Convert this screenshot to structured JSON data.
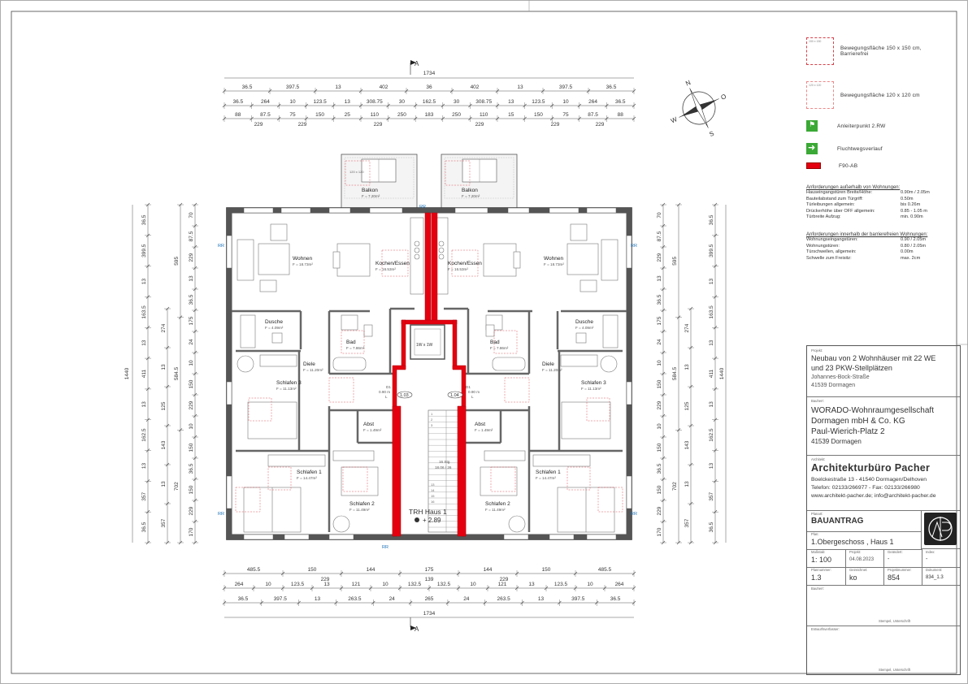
{
  "orientation_labels": {
    "cut_top": "A",
    "cut_bottom": "A",
    "compass_n": "N",
    "compass_s": "S",
    "compass_o": "O",
    "compass_w": "W"
  },
  "dimensions": {
    "top_overall": "1734",
    "top_row1": [
      "36.5",
      "397.5",
      "13",
      "402",
      "36",
      "402",
      "13",
      "397.5",
      "36.5"
    ],
    "top_row2": [
      "36.5",
      "264",
      "10",
      "123.5",
      "13",
      "308.75",
      "30",
      "162.5",
      "30",
      "308.75",
      "13",
      "123.5",
      "10",
      "264",
      "36.5"
    ],
    "top_row3": [
      "88",
      "87.5",
      "75",
      "150",
      "25",
      "110",
      "250",
      "183",
      "250",
      "110",
      "15",
      "150",
      "75",
      "87.5",
      "88"
    ],
    "top_row3b": [
      "229",
      "229",
      "229",
      "229",
      "229",
      "229"
    ],
    "bottom_overall": "1734",
    "bottom_row1": [
      "485.5",
      "150",
      "144",
      "175",
      "144",
      "150",
      "485.5"
    ],
    "bottom_row1b": [
      "229",
      "139",
      "229"
    ],
    "bottom_row2": [
      "264",
      "10",
      "123.5",
      "13",
      "121",
      "10",
      "132.5",
      "132.5",
      "10",
      "121",
      "13",
      "123.5",
      "10",
      "264"
    ],
    "bottom_row3": [
      "36.5",
      "397.5",
      "13",
      "263.5",
      "24",
      "265",
      "24",
      "263.5",
      "13",
      "397.5",
      "36.5"
    ],
    "left_outer": "1440",
    "left_col1": [
      "36.5",
      "399.5",
      "13",
      "163.5",
      "13",
      "411",
      "13",
      "162.5",
      "13",
      "357",
      "36.5"
    ],
    "left_col2": [
      "595",
      "584.5",
      "702"
    ],
    "left_col3": [
      "274",
      "13",
      "125",
      "143",
      "13",
      "357"
    ],
    "left_col4": [
      "70",
      "87.5",
      "229",
      "13",
      "36.5",
      "175",
      "24",
      "10",
      "150",
      "229",
      "10",
      "150",
      "36.5",
      "150",
      "229",
      "170"
    ],
    "right_outer": "1440",
    "right_col1": [
      "36.5",
      "399.5",
      "13",
      "163.5",
      "13",
      "411",
      "13",
      "162.5",
      "13",
      "357",
      "36.5"
    ],
    "right_col2": [
      "595",
      "584.5",
      "702"
    ],
    "right_col3": [
      "274",
      "13",
      "125",
      "143",
      "13",
      "357"
    ],
    "right_col4": [
      "70",
      "87.5",
      "229",
      "13",
      "36.5",
      "175",
      "24",
      "10",
      "150",
      "229",
      "10",
      "150",
      "36.5",
      "150",
      "229",
      "170"
    ]
  },
  "rooms": [
    {
      "name": "Balkon",
      "area": "F = 7.20m²"
    },
    {
      "name": "Balkon",
      "area": "F = 7.20m²"
    },
    {
      "name": "Wohnen",
      "area": "F = 18.73m²"
    },
    {
      "name": "Kochen/Essen",
      "area": "F = 16.53m²"
    },
    {
      "name": "Kochen/Essen",
      "area": "F = 16.53m²"
    },
    {
      "name": "Wohnen",
      "area": "F = 18.73m²"
    },
    {
      "name": "Dusche",
      "area": "F = 4.09m²"
    },
    {
      "name": "Bad",
      "area": "F = 7.86m²"
    },
    {
      "name": "Bad",
      "area": "F = 7.86m²"
    },
    {
      "name": "Dusche",
      "area": "F = 4.09m²"
    },
    {
      "name": "Diele",
      "area": "F = 11.20m²"
    },
    {
      "name": "Diele",
      "area": "F = 11.20m²"
    },
    {
      "name": "Schlafen 3",
      "area": "F = 11.13m²"
    },
    {
      "name": "Schlafen 3",
      "area": "F = 11.13m²"
    },
    {
      "name": "Abst",
      "area": "F = 1.49m²"
    },
    {
      "name": "Abst",
      "area": "F = 1.49m²"
    },
    {
      "name": "Schlafen 1",
      "area": "F = 14.47m²"
    },
    {
      "name": "Schlafen 1",
      "area": "F = 14.47m²"
    },
    {
      "name": "Schlafen 2",
      "area": "F = 11.49m²"
    },
    {
      "name": "Schlafen 2",
      "area": "F = 11.49m²"
    }
  ],
  "elevator_label": "1W x 1W",
  "stair": {
    "label1": "16 Stg.",
    "label2": "18.06 / 26",
    "steps_top": [
      "1",
      "2",
      "3"
    ],
    "steps_bottom": [
      "13",
      "14",
      "15",
      "16"
    ]
  },
  "apartments": {
    "left_id": "1.03",
    "right_id": "1.04"
  },
  "door_labels": {
    "left": "D1",
    "left_size": "0.90 m",
    "left_sub": "L",
    "right": "D1",
    "right_size": "0.90 m",
    "right_sub": "L"
  },
  "stairwell": {
    "label": "TRH Haus 1",
    "level": "+ 2.89"
  },
  "rr": "RR",
  "free_area_label": "120 x 120",
  "legend": {
    "item1": "Bewegungsfläche 150 x 150 cm, Barrierefrei",
    "item1_small": "150 x 150",
    "item2": "Bewegungsfläche 120 x 120 cm",
    "item2_small": "120 x 120",
    "item3": "Anleiterpunkt 2.RW",
    "item4": "Fluchtwegsverlauf",
    "item5": "F90-AB",
    "colors": {
      "red": "#e4000f",
      "green": "#3aa935",
      "dashed": "#d9404a"
    }
  },
  "req_outside": {
    "title": "Anforderungen außerhalb von Wohnungen:",
    "rows": [
      {
        "k": "Hauseingangstüren Breite/Höhe:",
        "v": "0.90m / 2.05m"
      },
      {
        "k": "Bauteilabstand zum Türgriff:",
        "v": "0.50m"
      },
      {
        "k": "Türleibungen allgemein:",
        "v": "bis 0.26m"
      },
      {
        "k": "Drückerhöhe über OFF allgemein:",
        "v": "0.85 - 1.05 m"
      },
      {
        "k": "Türbreite Aufzug:",
        "v": "min. 0.90m"
      }
    ]
  },
  "req_inside": {
    "title": "Anforderungen innerhalb der barrierefreien Wohnungen:",
    "rows": [
      {
        "k": "Wohnungseingangstüren:",
        "v": "0.90 / 2.05m"
      },
      {
        "k": "Wohnungstüren:",
        "v": "0.80 / 2.05m"
      },
      {
        "k": "Türschwellen, allgemein:",
        "v": "0.00m"
      },
      {
        "k": "Schwelle zum Freisitz:",
        "v": "max. 2cm"
      }
    ]
  },
  "titleblock": {
    "project_label": "Projekt:",
    "project_line1": "Neubau von 2 Wohnhäuser mit 22 WE",
    "project_line2": "und 23 PKW-Stellplätzen",
    "project_line3": "Johannes-Bock-Straße",
    "project_line4": "41539 Dormagen",
    "client_label": "Bauherr:",
    "client_line1": "WORADO-Wohnraumgesellschaft",
    "client_line2": "Dormagen mbH & Co. KG",
    "client_line3": "Paul-Wierich-Platz 2",
    "client_line4": "41539 Dormagen",
    "architect_label": "Architekt:",
    "architect_name": "Architekturbüro Pacher",
    "architect_addr": "Boelckestraße 13 - 41540 Dormagen/Delhoven",
    "architect_tel": "Telefon: 02133/266977  -  Fax: 02133/266980",
    "architect_web": "www.architekt-pacher.de; info@architekt-pacher.de",
    "type_label": "Planart:",
    "type": "BAUANTRAG",
    "plan_label": "Plan:",
    "plan": "1.Obergeschoss , Haus 1",
    "scale_label": "Maßstab:",
    "scale": "1: 100",
    "date_label": "Projekt:",
    "date": "04.08.2023",
    "changed_label": "Geändert:",
    "changed": "-",
    "index_label": "Index:",
    "index": "-",
    "planno_label": "Plannummer:",
    "planno": "1.3",
    "drawn_label": "Gezeichnet:",
    "drawn": "ko",
    "projno_label": "Projektnummer:",
    "projno": "854",
    "doc_label": "Dokument:",
    "doc": "834_1.3",
    "sign1_label": "Bauherr:",
    "sign1_note": "Stempel, Unterschrift",
    "sign2_label": "Entwurfsverfasser:",
    "sign2_note": "Stempel, Unterschrift"
  }
}
